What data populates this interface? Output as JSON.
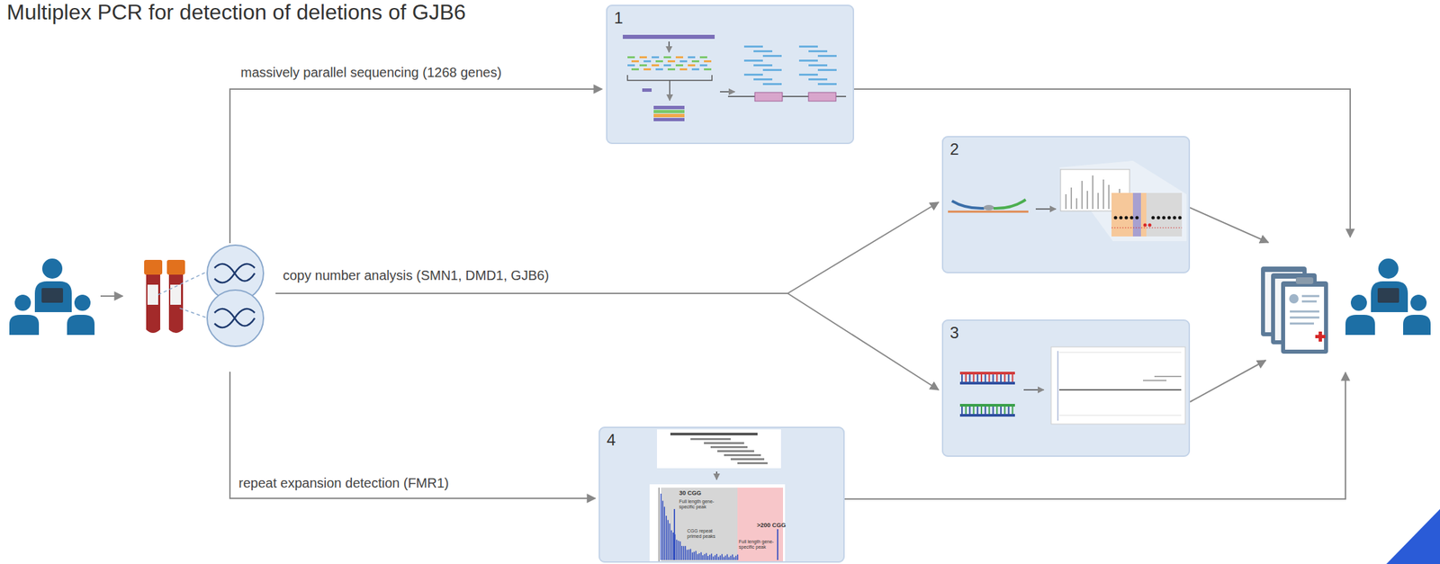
{
  "diagram": {
    "title": "Multiplex PCR for detection of deletions of GJB6",
    "nodes": [
      {
        "text": [
          "1"
        ]
      },
      {
        "text": [
          "2"
        ]
      },
      {
        "text": [
          "3"
        ]
      },
      {
        "text": [
          "4",
          "30 CGG",
          "Full length gene-specific peak",
          "CGG repeat primed peaks",
          ">200 CGG",
          "Full length gene-specific peak"
        ]
      }
    ],
    "labels": [
      "massively parallel sequencing (1268 genes)",
      "copy number analysis (SMN1, DMD1, GJB6)",
      "repeat expansion detection (FMR1)"
    ]
  }
}
